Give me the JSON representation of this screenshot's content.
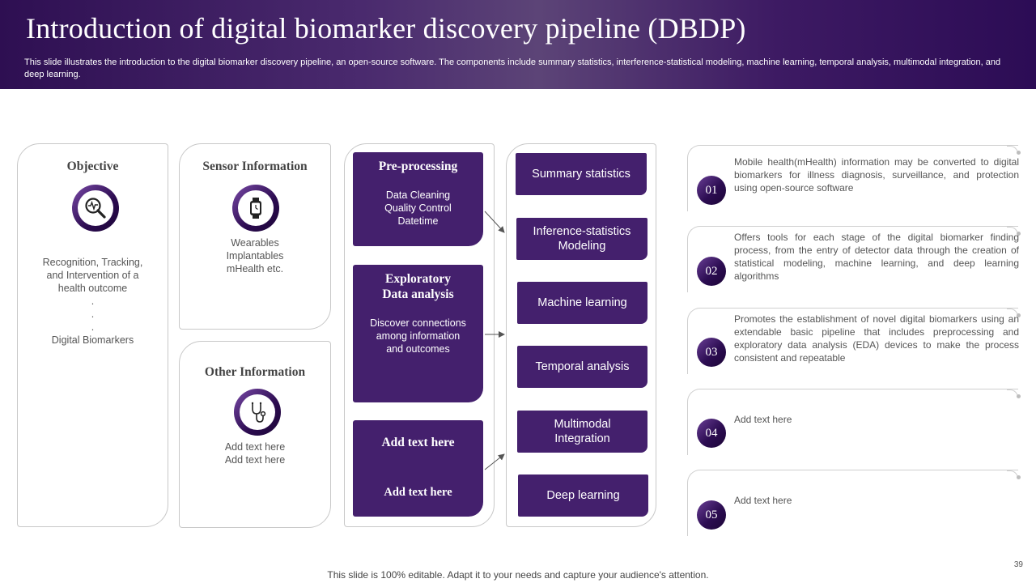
{
  "header": {
    "title": "Introduction of digital biomarker discovery pipeline (DBDP)",
    "subtitle": "This slide illustrates the introduction to the digital biomarker discovery pipeline, an open-source software. The components include summary statistics, interference-statistical modeling, machine learning, temporal analysis, multimodal integration, and deep learning."
  },
  "objective": {
    "title": "Objective",
    "icon": "magnifier-heartbeat-icon",
    "lines": [
      "Recognition, Tracking,",
      "and Intervention of a",
      "health outcome",
      ".",
      ".",
      ".",
      "Digital Biomarkers"
    ]
  },
  "sensor": {
    "title": "Sensor Information",
    "icon": "smartwatch-icon",
    "lines": [
      "Wearables",
      "Implantables",
      "mHealth etc."
    ]
  },
  "other": {
    "title": "Other Information",
    "icon": "stethoscope-icon",
    "lines": [
      "Add text here",
      "Add text here"
    ]
  },
  "preprocessing": {
    "title": "Pre-processing",
    "lines": [
      "Data Cleaning",
      "Quality Control",
      "Datetime"
    ]
  },
  "eda": {
    "title_lines": [
      "Exploratory",
      "Data analysis"
    ],
    "lines": [
      "Discover connections",
      "among information",
      "and outcomes"
    ]
  },
  "addbox": {
    "title": "Add text here",
    "subtitle": "Add text here"
  },
  "components": [
    "Summary statistics",
    "Inference-statistics\nModeling",
    "Machine learning",
    "Temporal analysis",
    "Multimodal\nIntegration",
    "Deep learning"
  ],
  "points": [
    {
      "num": "01",
      "text": "Mobile health(mHealth) information may be converted to digital biomarkers for illness diagnosis, surveillance, and protection using open-source software"
    },
    {
      "num": "02",
      "text": "Offers tools for each stage of the digital biomarker finding process, from the entry of detector data through the creation of statistical modeling, machine learning, and deep learning algorithms"
    },
    {
      "num": "03",
      "text": "Promotes the establishment of novel digital biomarkers using an extendable basic pipeline that includes preprocessing and exploratory data analysis (EDA) devices to make the process consistent and repeatable"
    },
    {
      "num": "04",
      "text": "Add text here"
    },
    {
      "num": "05",
      "text": "Add text here"
    }
  ],
  "footer": "This slide is 100% editable. Adapt it to your needs and capture your audience's attention.",
  "page_number": "39",
  "colors": {
    "accent": "#44206d",
    "header_dark": "#2e0f52"
  }
}
